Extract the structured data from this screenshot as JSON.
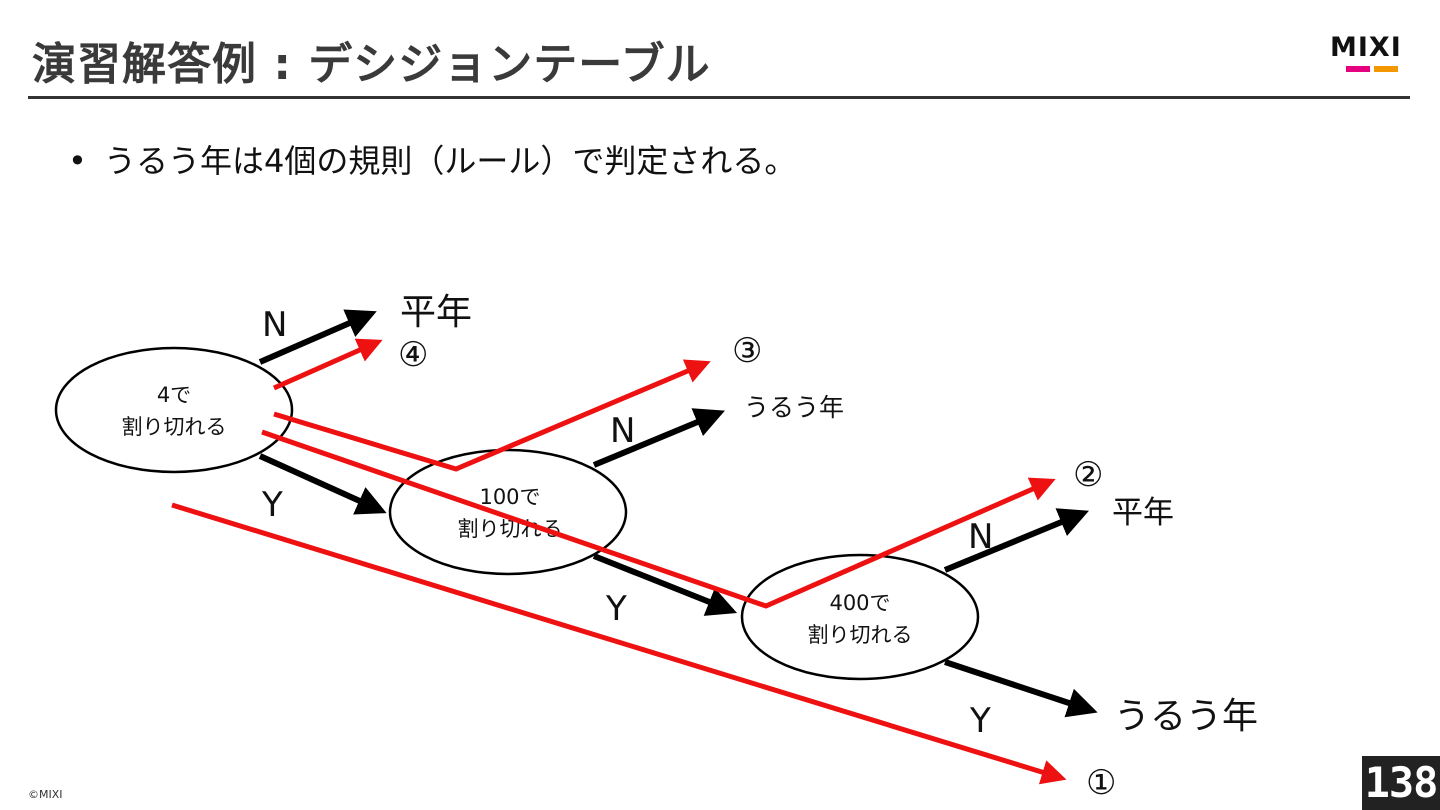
{
  "header": {
    "title": "演習解答例 : デシジョンテーブル",
    "logo_text": "MIXI",
    "logo_colors": [
      "#e4007f",
      "#f39800"
    ]
  },
  "bullet": {
    "text": "うるう年は4個の規則（ルール）で判定される。"
  },
  "diagram": {
    "nodes": {
      "div4": {
        "line1": "4で",
        "line2": "割り切れる"
      },
      "div100": {
        "line1": "100で",
        "line2": "割り切れる"
      },
      "div400": {
        "line1": "400で",
        "line2": "割り切れる"
      }
    },
    "edge_labels": {
      "n1": "N",
      "y1": "Y",
      "n2": "N",
      "y2": "Y",
      "n3": "N",
      "y3": "Y"
    },
    "outcomes": {
      "o1": "平年",
      "o2": "うるう年",
      "o3": "平年",
      "o4": "うるう年"
    },
    "rule_markers": {
      "r1": "①",
      "r2": "②",
      "r3": "③",
      "r4": "④"
    },
    "colors": {
      "path": "#ee1111",
      "arrow": "#000000"
    }
  },
  "footer": {
    "copyright": "©MIXI",
    "page_number": "138"
  }
}
